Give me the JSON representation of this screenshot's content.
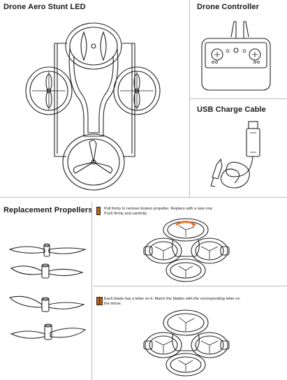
{
  "sections": {
    "drone_title": "Drone Aero Stunt LED",
    "controller_title": "Drone Controller",
    "cable_title": "USB Charge Cable",
    "propellers_title": "Replacement Propellers"
  },
  "steps": [
    {
      "icon": "step-one-icon",
      "text_line1": "Pull firmly to remove broken propeller. Replace with a new one.",
      "text_line2": "Push firmly and carefully."
    },
    {
      "icon": "step-two-icon",
      "text_line1": "Each blade has a letter on it. Match the blades with the corresponding letter on",
      "text_line2": "the drone."
    }
  ],
  "colors": {
    "line": "#222222",
    "rule": "#bdbdbd",
    "accent_arrow": "#e8742a",
    "step_icon": "#b5651d"
  }
}
